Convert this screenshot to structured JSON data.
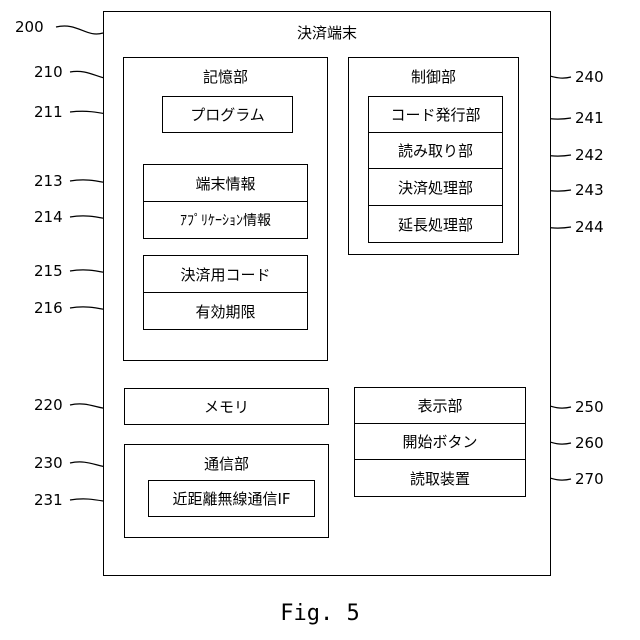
{
  "terminal": {
    "ref": "200",
    "title": "決済端末",
    "storage": {
      "ref": "210",
      "title": "記憶部",
      "program": {
        "ref": "211",
        "label": "プログラム"
      },
      "terminal_info": {
        "ref": "213",
        "label": "端末情報"
      },
      "app_info": {
        "ref": "214",
        "label": "ｱﾌﾟﾘｹｰｼｮﾝ情報"
      },
      "payment_code": {
        "ref": "215",
        "label": "決済用コード"
      },
      "expiry": {
        "ref": "216",
        "label": "有効期限"
      }
    },
    "control": {
      "ref": "240",
      "title": "制御部",
      "code_issuer": {
        "ref": "241",
        "label": "コード発行部"
      },
      "reader": {
        "ref": "242",
        "label": "読み取り部"
      },
      "payment_proc": {
        "ref": "243",
        "label": "決済処理部"
      },
      "extension_proc": {
        "ref": "244",
        "label": "延長処理部"
      }
    },
    "memory": {
      "ref": "220",
      "label": "メモリ"
    },
    "comm": {
      "ref": "230",
      "title": "通信部",
      "nfc_if": {
        "ref": "231",
        "label": "近距離無線通信IF"
      }
    },
    "display": {
      "ref": "250",
      "label": "表示部"
    },
    "start_button": {
      "ref": "260",
      "label": "開始ボタン"
    },
    "reading_device": {
      "ref": "270",
      "label": "読取装置"
    }
  },
  "caption": "Fig. 5"
}
